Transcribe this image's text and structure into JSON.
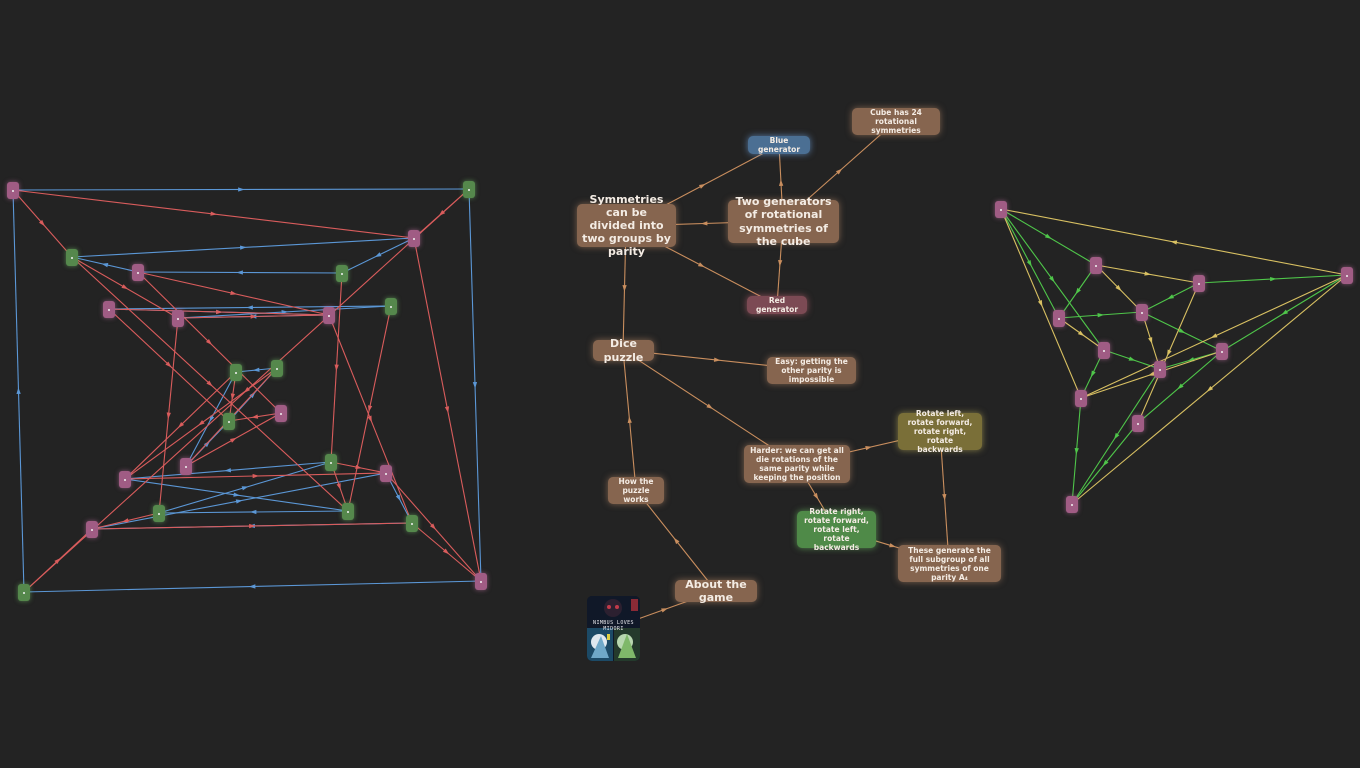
{
  "canvas": {
    "background": "#232323",
    "edge_colors": {
      "red": "#d95c5c",
      "blue": "#5b97d6",
      "orange": "#c98e5e",
      "green": "#4fc64a",
      "yellow": "#d8c062"
    },
    "node_colors": {
      "pink": "#a05c84",
      "green": "#55884c"
    }
  },
  "mindmap": {
    "nodes": [
      {
        "id": "symmetries",
        "text": "Symmetries can be divided into two groups by parity",
        "style": "brown",
        "size": "l"
      },
      {
        "id": "blue_gen",
        "text": "Blue generator",
        "style": "blue",
        "size": "s"
      },
      {
        "id": "cube24",
        "text": "Cube has 24 rotational symmetries",
        "style": "brown",
        "size": "s"
      },
      {
        "id": "two_gen",
        "text": "Two generators of rotational symmetries of the cube",
        "style": "brown",
        "size": "l"
      },
      {
        "id": "red_gen",
        "text": "Red generator",
        "style": "red",
        "size": "s"
      },
      {
        "id": "dice",
        "text": "Dice puzzle",
        "style": "brown",
        "size": "l"
      },
      {
        "id": "easy",
        "text": "Easy: getting the other parity is impossible",
        "style": "brown",
        "size": "s"
      },
      {
        "id": "rotate_olive",
        "text": "Rotate left, rotate forward, rotate right, rotate backwards",
        "style": "olive",
        "size": "s"
      },
      {
        "id": "harder",
        "text": "Harder: we can get all die rotations of the same parity while keeping the position",
        "style": "brown",
        "size": "s"
      },
      {
        "id": "how",
        "text": "How the puzzle works",
        "style": "brown",
        "size": "s"
      },
      {
        "id": "rotate_green",
        "text": "Rotate right, rotate forward, rotate left, rotate backwards",
        "style": "green",
        "size": "s"
      },
      {
        "id": "generate",
        "text": "These generate the full subgroup of all symmetries of one parity A₄",
        "style": "brown",
        "size": "s"
      },
      {
        "id": "about",
        "text": "About the game",
        "style": "brown",
        "size": "l"
      }
    ],
    "edges": [
      [
        "symmetries",
        "blue_gen"
      ],
      [
        "two_gen",
        "symmetries"
      ],
      [
        "symmetries",
        "red_gen"
      ],
      [
        "two_gen",
        "blue_gen"
      ],
      [
        "two_gen",
        "red_gen"
      ],
      [
        "two_gen",
        "cube24"
      ],
      [
        "symmetries",
        "dice"
      ],
      [
        "dice",
        "easy"
      ],
      [
        "dice",
        "harder"
      ],
      [
        "how",
        "dice"
      ],
      [
        "about",
        "how"
      ],
      [
        "thumbnail",
        "about"
      ],
      [
        "harder",
        "rotate_olive"
      ],
      [
        "harder",
        "rotate_green"
      ],
      [
        "rotate_olive",
        "generate"
      ],
      [
        "rotate_green",
        "generate"
      ]
    ]
  },
  "thumbnail": {
    "title": "NIMBUS LOVES MIDORI",
    "icon": "game-cover-art"
  },
  "left_graph": {
    "nodes": [
      {
        "id": "L1",
        "color": "pink"
      },
      {
        "id": "L2",
        "color": "green"
      },
      {
        "id": "L3",
        "color": "pink"
      },
      {
        "id": "L4",
        "color": "green"
      },
      {
        "id": "L5",
        "color": "pink"
      },
      {
        "id": "L6",
        "color": "green"
      },
      {
        "id": "L7",
        "color": "pink"
      },
      {
        "id": "L8",
        "color": "green"
      },
      {
        "id": "L9",
        "color": "pink"
      },
      {
        "id": "L10",
        "color": "pink"
      },
      {
        "id": "L11",
        "color": "green"
      },
      {
        "id": "L12",
        "color": "green"
      },
      {
        "id": "L13",
        "color": "pink"
      },
      {
        "id": "L14",
        "color": "green"
      },
      {
        "id": "L15",
        "color": "pink"
      },
      {
        "id": "L16",
        "color": "green"
      },
      {
        "id": "L17",
        "color": "pink"
      },
      {
        "id": "L18",
        "color": "pink"
      },
      {
        "id": "L19",
        "color": "green"
      },
      {
        "id": "L20",
        "color": "green"
      },
      {
        "id": "L21",
        "color": "pink"
      },
      {
        "id": "L22",
        "color": "green"
      },
      {
        "id": "L23",
        "color": "green"
      },
      {
        "id": "L24",
        "color": "pink"
      }
    ],
    "edges": [
      [
        "L1",
        "L2",
        "blue"
      ],
      [
        "L2",
        "L24",
        "blue"
      ],
      [
        "L24",
        "L23",
        "blue"
      ],
      [
        "L23",
        "L1",
        "blue"
      ],
      [
        "L4",
        "L3",
        "blue"
      ],
      [
        "L3",
        "L6",
        "blue"
      ],
      [
        "L6",
        "L5",
        "blue"
      ],
      [
        "L5",
        "L4",
        "blue"
      ],
      [
        "L8",
        "L7",
        "blue"
      ],
      [
        "L7",
        "L10",
        "blue"
      ],
      [
        "L10",
        "L9",
        "blue"
      ],
      [
        "L9",
        "L8",
        "blue"
      ],
      [
        "L11",
        "L12",
        "blue"
      ],
      [
        "L12",
        "L15",
        "blue"
      ],
      [
        "L15",
        "L14",
        "blue"
      ],
      [
        "L14",
        "L11",
        "blue"
      ],
      [
        "L16",
        "L17",
        "blue"
      ],
      [
        "L17",
        "L20",
        "blue"
      ],
      [
        "L20",
        "L19",
        "blue"
      ],
      [
        "L19",
        "L16",
        "blue"
      ],
      [
        "L18",
        "L22",
        "blue"
      ],
      [
        "L22",
        "L21",
        "blue"
      ],
      [
        "L21",
        "L18",
        "blue"
      ],
      [
        "L1",
        "L4",
        "red"
      ],
      [
        "L1",
        "L3",
        "red"
      ],
      [
        "L2",
        "L3",
        "red"
      ],
      [
        "L2",
        "L23",
        "red"
      ],
      [
        "L3",
        "L24",
        "red"
      ],
      [
        "L4",
        "L9",
        "red"
      ],
      [
        "L4",
        "L20",
        "red"
      ],
      [
        "L7",
        "L10",
        "red"
      ],
      [
        "L7",
        "L14",
        "red"
      ],
      [
        "L6",
        "L16",
        "red"
      ],
      [
        "L9",
        "L10",
        "red"
      ],
      [
        "L9",
        "L19",
        "red"
      ],
      [
        "L8",
        "L20",
        "red"
      ],
      [
        "L10",
        "L22",
        "red"
      ],
      [
        "L11",
        "L15",
        "red"
      ],
      [
        "L11",
        "L17",
        "red"
      ],
      [
        "L12",
        "L14",
        "red"
      ],
      [
        "L13",
        "L14",
        "red"
      ],
      [
        "L16",
        "L18",
        "red"
      ],
      [
        "L17",
        "L18",
        "red"
      ],
      [
        "L18",
        "L24",
        "red"
      ],
      [
        "L19",
        "L21",
        "red"
      ],
      [
        "L21",
        "L22",
        "red"
      ],
      [
        "L23",
        "L21",
        "red"
      ],
      [
        "L5",
        "L10",
        "red"
      ],
      [
        "L5",
        "L13",
        "red"
      ],
      [
        "L22",
        "L24",
        "red"
      ],
      [
        "L15",
        "L13",
        "red"
      ],
      [
        "L12",
        "L17",
        "red"
      ],
      [
        "L16",
        "L20",
        "red"
      ]
    ]
  },
  "right_graph": {
    "nodes": [
      {
        "id": "R1",
        "color": "pink"
      },
      {
        "id": "R2",
        "color": "pink"
      },
      {
        "id": "R3",
        "color": "pink"
      },
      {
        "id": "R4",
        "color": "pink"
      },
      {
        "id": "R5",
        "color": "pink"
      },
      {
        "id": "R6",
        "color": "pink"
      },
      {
        "id": "R7",
        "color": "pink"
      },
      {
        "id": "R8",
        "color": "pink"
      },
      {
        "id": "R9",
        "color": "pink"
      },
      {
        "id": "R10",
        "color": "pink"
      },
      {
        "id": "R11",
        "color": "pink"
      },
      {
        "id": "R12",
        "color": "pink"
      }
    ],
    "edges": [
      [
        "R1",
        "R2",
        "green"
      ],
      [
        "R1",
        "R4",
        "green"
      ],
      [
        "R1",
        "R6",
        "green"
      ],
      [
        "R2",
        "R3",
        "yellow"
      ],
      [
        "R2",
        "R4",
        "green"
      ],
      [
        "R3",
        "R5",
        "green"
      ],
      [
        "R3",
        "R12",
        "green"
      ],
      [
        "R4",
        "R6",
        "yellow"
      ],
      [
        "R4",
        "R5",
        "green"
      ],
      [
        "R5",
        "R7",
        "green"
      ],
      [
        "R6",
        "R8",
        "green"
      ],
      [
        "R6",
        "R9",
        "green"
      ],
      [
        "R7",
        "R8",
        "green"
      ],
      [
        "R7",
        "R10",
        "green"
      ],
      [
        "R8",
        "R11",
        "green"
      ],
      [
        "R9",
        "R11",
        "green"
      ],
      [
        "R10",
        "R11",
        "green"
      ],
      [
        "R12",
        "R7",
        "green"
      ],
      [
        "R12",
        "R1",
        "yellow"
      ],
      [
        "R12",
        "R11",
        "yellow"
      ],
      [
        "R12",
        "R9",
        "yellow"
      ],
      [
        "R1",
        "R9",
        "yellow"
      ],
      [
        "R2",
        "R5",
        "yellow"
      ],
      [
        "R3",
        "R10",
        "yellow"
      ],
      [
        "R5",
        "R8",
        "yellow"
      ],
      [
        "R7",
        "R9",
        "yellow"
      ]
    ]
  }
}
